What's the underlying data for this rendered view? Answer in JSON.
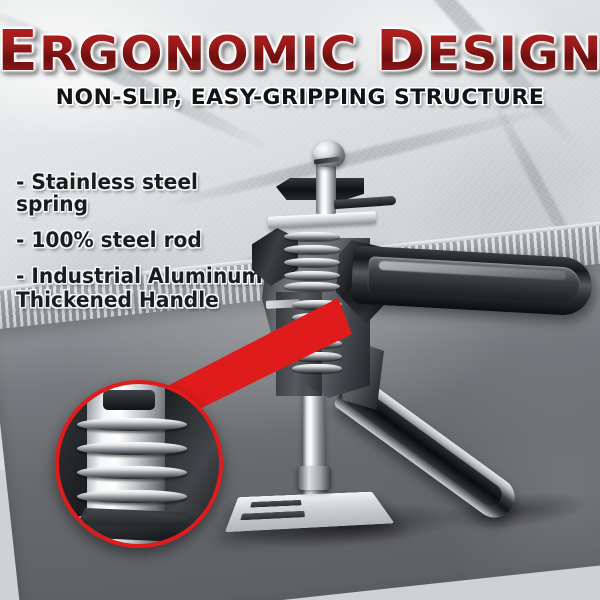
{
  "banner": {
    "title": "Ergonomic Design",
    "title_first_caps": [
      "E",
      "D"
    ],
    "subtitle": "NON-SLIP, EASY-GRIPPING STRUCTURE",
    "title_color": "#8e1515",
    "subtitle_color": "#111315"
  },
  "features": [
    {
      "label": "- Stainless steel spring"
    },
    {
      "label": "- 100% steel rod"
    },
    {
      "label": "- Industrial Aluminum\n  Thickened Handle"
    }
  ],
  "callout": {
    "accent_color": "#e01b1b",
    "ring_color": "#e01b1b",
    "target_label": "stainless-steel-spring-detail"
  },
  "product": {
    "name": "hand-lifting-jack-tool",
    "parts": [
      "chrome-knob",
      "steel-post",
      "upper-spring-stack",
      "aluminum-body",
      "lower-spring-stack",
      "steel-rod",
      "base-plate",
      "upper-black-handle",
      "lower-trigger-handle"
    ]
  },
  "scene": {
    "wall_material": "light-gray-marble",
    "floor_material": "dark-gray-concrete",
    "wall_color": "#dfe2e4",
    "floor_color": "#6a6d71"
  }
}
